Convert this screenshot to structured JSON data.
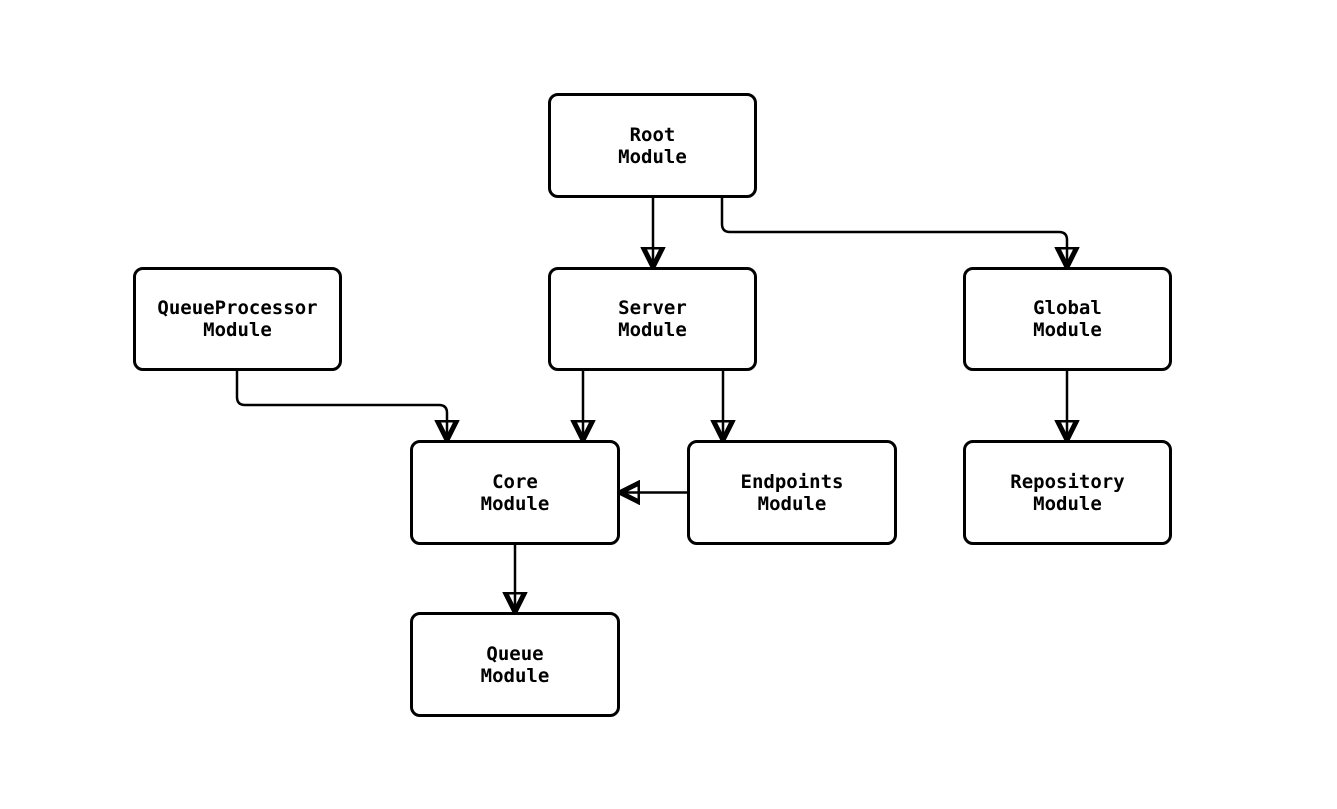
{
  "diagram": {
    "type": "flowchart",
    "background": "#ffffff",
    "colors": {
      "node_fill": "#ffffff",
      "node_border": "#000000",
      "edge": "#000000",
      "text": "#000000"
    },
    "nodes": {
      "root": {
        "label": "Root\nModule"
      },
      "queueprocessor": {
        "label": "QueueProcessor\nModule"
      },
      "server": {
        "label": "Server\nModule"
      },
      "global": {
        "label": "Global\nModule"
      },
      "core": {
        "label": "Core\nModule"
      },
      "endpoints": {
        "label": "Endpoints\nModule"
      },
      "repository": {
        "label": "Repository\nModule"
      },
      "queue": {
        "label": "Queue\nModule"
      }
    },
    "edges": [
      {
        "from": "Root Module",
        "to": "Server Module"
      },
      {
        "from": "Root Module",
        "to": "Global Module"
      },
      {
        "from": "QueueProcessor Module",
        "to": "Core Module"
      },
      {
        "from": "Server Module",
        "to": "Core Module"
      },
      {
        "from": "Server Module",
        "to": "Endpoints Module"
      },
      {
        "from": "Endpoints Module",
        "to": "Core Module"
      },
      {
        "from": "Global Module",
        "to": "Repository Module"
      },
      {
        "from": "Core Module",
        "to": "Queue Module"
      }
    ]
  }
}
